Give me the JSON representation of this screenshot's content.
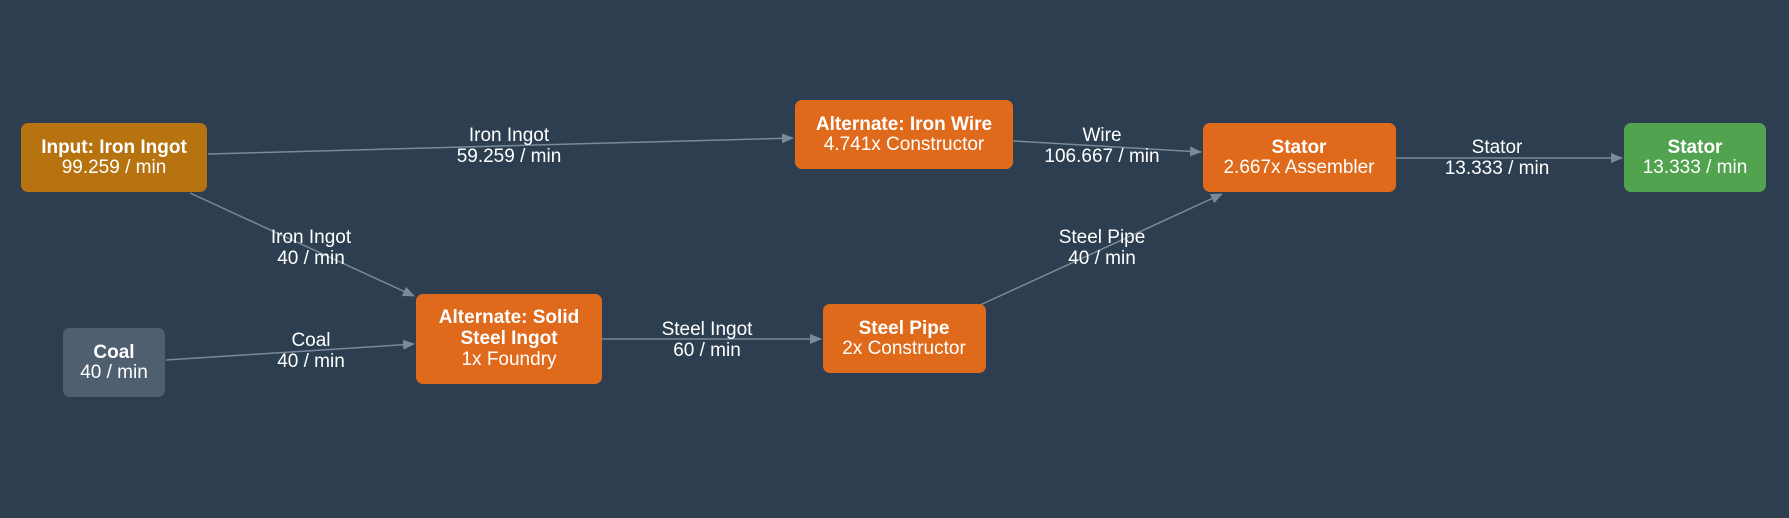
{
  "colors": {
    "background": "#2c3e50",
    "input": "#b6730f",
    "recipe": "#e06a1c",
    "output": "#52a34f",
    "resource": "#4f5f70",
    "edge": "#7b8a9a",
    "text": "#ffffff"
  },
  "nodes": {
    "input_iron_ingot": {
      "lines": [
        "Input: Iron Ingot",
        "99.259 / min"
      ]
    },
    "coal": {
      "lines": [
        "Coal",
        "40 / min"
      ]
    },
    "iron_wire": {
      "lines": [
        "Alternate: Iron Wire",
        "4.741x Constructor"
      ]
    },
    "solid_steel": {
      "lines": [
        "Alternate: Solid",
        "Steel Ingot",
        "1x Foundry"
      ]
    },
    "steel_pipe": {
      "lines": [
        "Steel Pipe",
        "2x Constructor"
      ]
    },
    "stator_recipe": {
      "lines": [
        "Stator",
        "2.667x Assembler"
      ]
    },
    "stator_output": {
      "lines": [
        "Stator",
        "13.333 / min"
      ]
    }
  },
  "edges": {
    "ingot_to_wire": {
      "item": "Iron Ingot",
      "rate": "59.259 / min"
    },
    "ingot_to_steel": {
      "item": "Iron Ingot",
      "rate": "40 / min"
    },
    "coal_to_steel": {
      "item": "Coal",
      "rate": "40 / min"
    },
    "steel_to_pipe": {
      "item": "Steel Ingot",
      "rate": "60 / min"
    },
    "wire_to_stator": {
      "item": "Wire",
      "rate": "106.667 / min"
    },
    "pipe_to_stator": {
      "item": "Steel Pipe",
      "rate": "40 / min"
    },
    "stator_to_output": {
      "item": "Stator",
      "rate": "13.333 / min"
    }
  }
}
